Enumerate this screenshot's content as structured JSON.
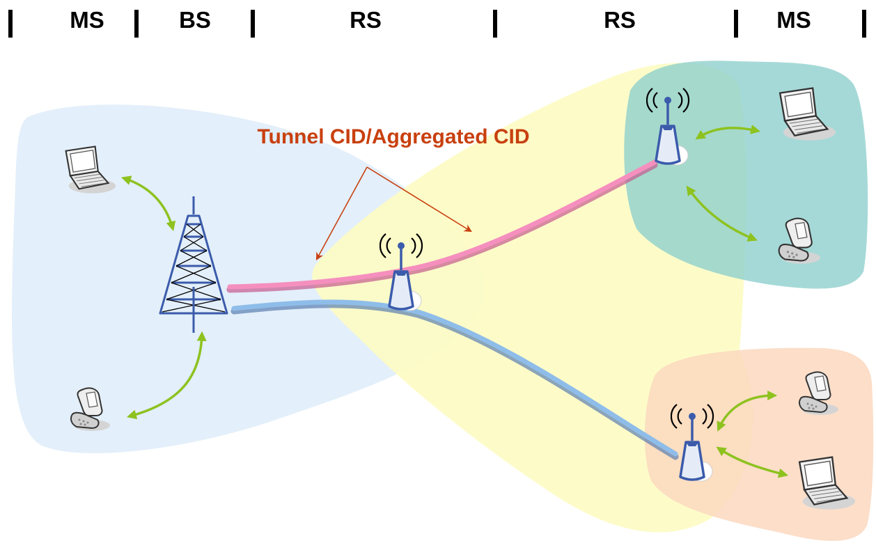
{
  "header": {
    "labels": [
      "MS",
      "BS",
      "RS",
      "RS",
      "MS"
    ]
  },
  "callout": {
    "text": "Tunnel CID/Aggregated CID",
    "color": "#c8400f"
  },
  "colors": {
    "bs_zone": "#e3effa",
    "rs_zone": "#fdfcc4",
    "rs_top_zone": "#8fd0cd",
    "rs_bottom_zone": "#fbd8c0",
    "tunnel_pink": "#f58fbe",
    "tunnel_blue": "#8fbde9",
    "link_arrow": "#8dc21f",
    "tower": "#3b5bab"
  },
  "icons": [
    "laptop-icon",
    "mobile-phone-icon",
    "base-station-tower-icon",
    "relay-station-antenna-icon"
  ]
}
